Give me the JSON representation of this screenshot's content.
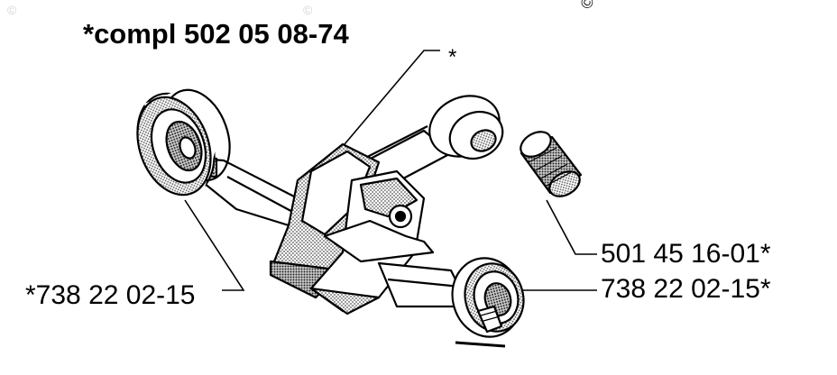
{
  "title": "*compl 502 05 08-74",
  "callouts": {
    "assembly_marker": "*",
    "left_bearing": "*738 22 02-15",
    "needle_bearing": "501 45 16-01*",
    "right_bearing": "738 22 02-15*"
  },
  "watermarks": [
    "©",
    "©",
    "© P"
  ],
  "colors": {
    "ink": "#000000",
    "paper": "#ffffff",
    "shade": "#9a9a9a"
  }
}
